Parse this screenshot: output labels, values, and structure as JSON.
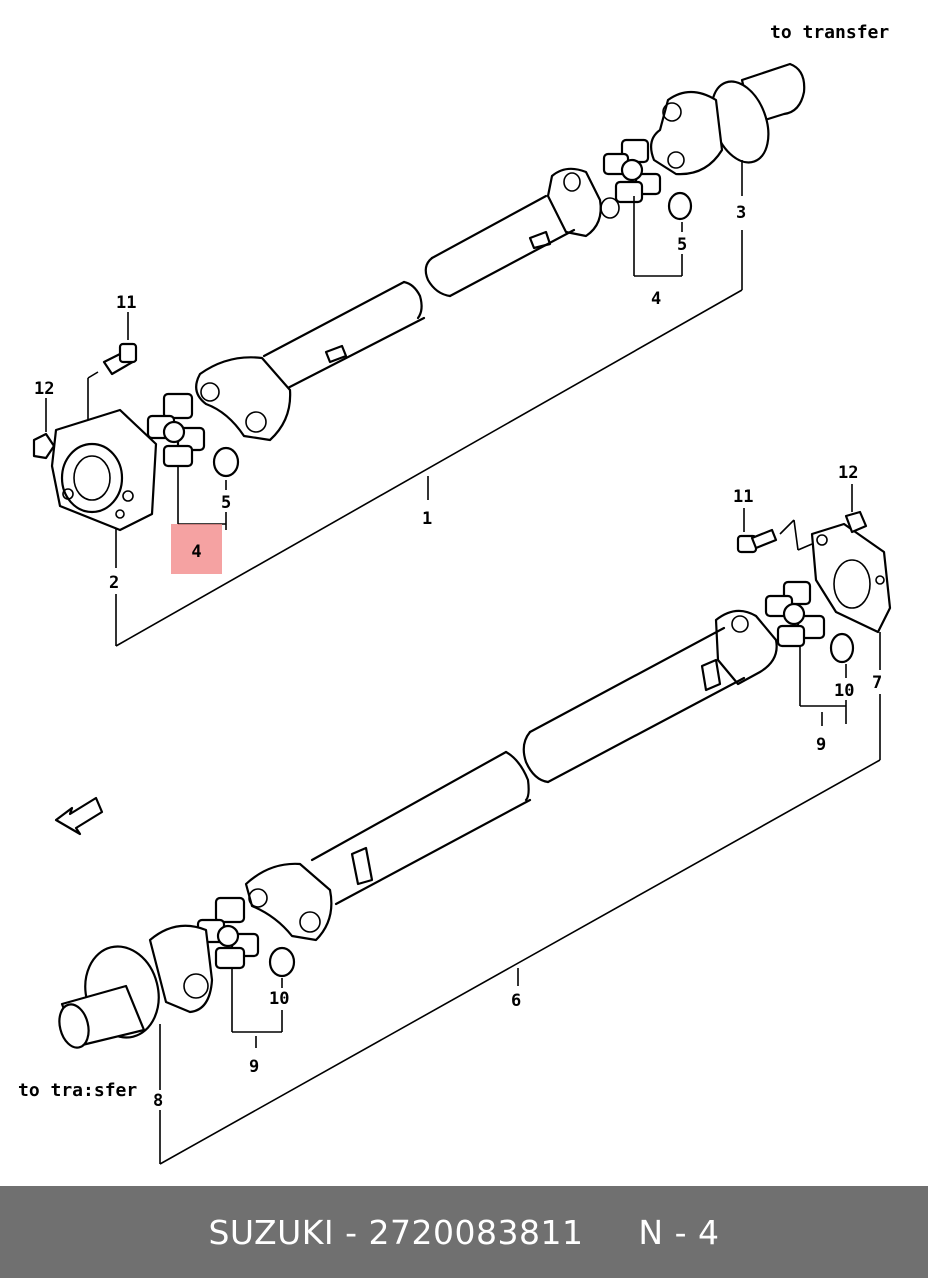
{
  "notes": {
    "top": "to transfer",
    "bottom": "to tra:sfer"
  },
  "upper_callouts": {
    "c11": "11",
    "c12": "12",
    "c5a": "5",
    "c2": "2",
    "c1": "1",
    "c3": "3",
    "c5b": "5",
    "c4b": "4"
  },
  "highlighted_callout": "4",
  "lower_callouts": {
    "c11": "11",
    "c12": "12",
    "c10a": "10",
    "c9a": "9",
    "c7": "7",
    "c6": "6",
    "c10b": "10",
    "c9b": "9",
    "c8": "8"
  },
  "footer": {
    "label": "SUZUKI - 2720083811     N - 4"
  },
  "colors": {
    "footer_bg": "#707070",
    "highlight": "#f28b8b"
  }
}
